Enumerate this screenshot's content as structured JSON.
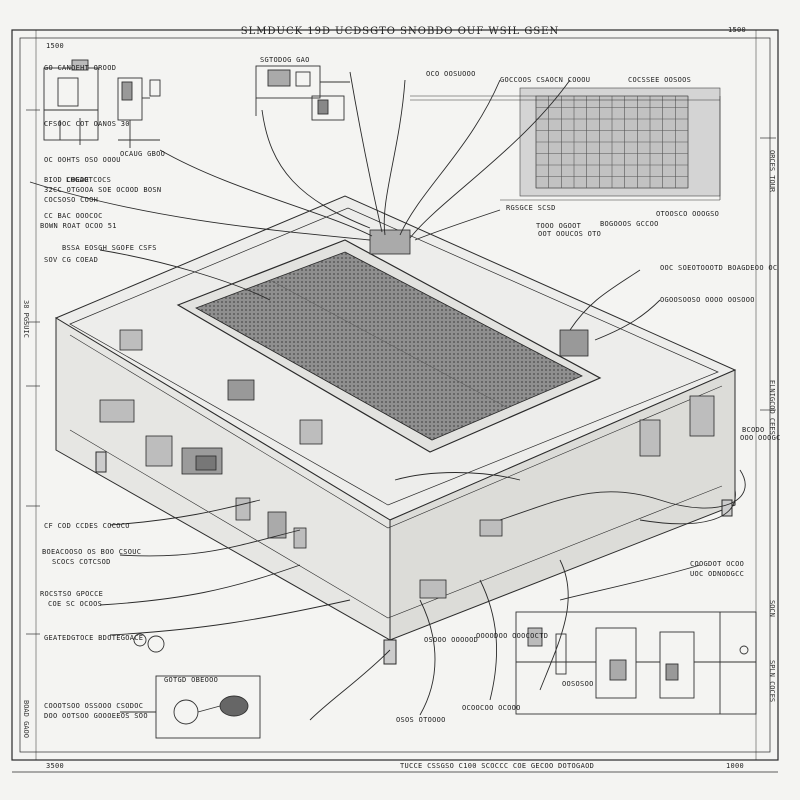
{
  "sheet": {
    "title": "SLMDUCK 19D UCDSGTO SNOBDO OUF WSIL GSEN",
    "corner_top_left": "1500",
    "corner_top_right": "1500",
    "corner_bottom_left": "3500",
    "corner_bottom_right": "1000",
    "footer": "TUCCE CSSGSO C100 SCOCCC COE GECOO DOTOGAOD",
    "right_margin_text": [
      "ORCES TOUR",
      "ELNIGCOO CEES",
      "SOCN",
      "SPLN COCES"
    ],
    "left_margin_text": [
      "38 PGSUIC",
      "BOAD GAOO"
    ]
  },
  "labels_left": [
    "GO CANOEHT OROOD",
    "CFSOOC COT OANOS 30",
    "OCAUG GBOO",
    "OC OOHTS OSO OOOU",
    "BIOD COEDE",
    "32CC OTGOOA SOE OCOOD BOSN",
    "COCSOSO COOH",
    "CC BAC OOOCOC",
    "BOWN ROAT OCOO 51",
    "BSSA EOSGH SGOFE CSFS",
    "SOV CG COEAD",
    "SGTODOG GAO",
    "LHGAOTCOCS"
  ],
  "labels_lower_left": [
    "CF COD CCDES COCOCO",
    "BOEACOOSO OS BOO CSOUC",
    "SCOCS COTCSOD",
    "ROCSTSO GPOCCE",
    "COE SC OCOOS",
    "GEATEDGTOCE BDOTEGOACE",
    "GOTGD OBEOOO",
    "COOOTSOO OSSOOO CSODOC",
    "DOO OOTSOO GOOOEEOS SOO"
  ],
  "labels_top": [
    "OCO OOSUOOO",
    "GOCCOOS CSAOCN COOOU",
    "COCSSEE OOSOOS",
    "RGSGCE SCSD",
    "TOOO OGOOT",
    "BOGOOOS GCCOO"
  ],
  "labels_right": [
    "OOC SOEOTOOOTD BOAGDEOO OC",
    "OGOOSOOSO OOOO OOSOOO",
    "COOGDOT OCOO",
    "BCODO",
    "UOC ODNODGCC",
    "OTOOSCO OOOGSO",
    "OOO OOOGC",
    "OOT OOUCOS OTO"
  ],
  "labels_bottom": [
    "OOOODOO OOOCOCTD",
    "OSOOO OOOOOD",
    "OCOOCOO OCOOO",
    "OSOS OTOOOO",
    "OOSOSOO"
  ]
}
